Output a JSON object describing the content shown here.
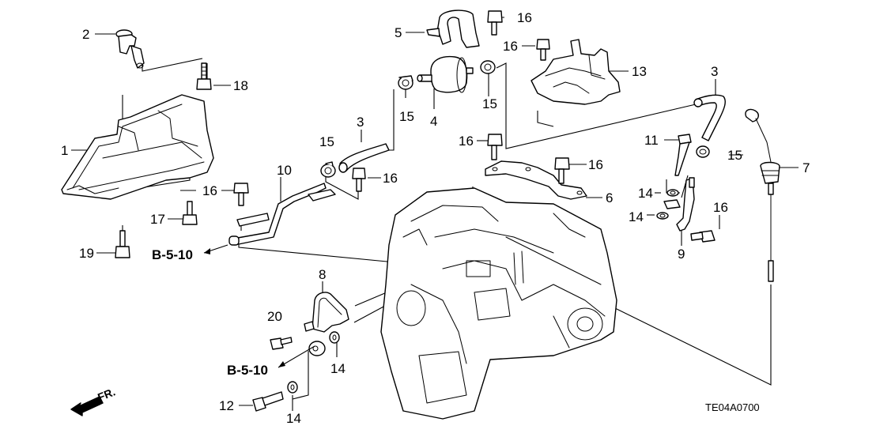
{
  "diagram": {
    "title": "Automatic transmission parts exploded view",
    "diagram_code": "TE04A0700",
    "direction_label": "FR.",
    "reference_label": "B-5-10",
    "callouts": [
      {
        "id": "c1",
        "label": "1",
        "part": "lower cover"
      },
      {
        "id": "c2",
        "label": "2",
        "part": "bracket"
      },
      {
        "id": "c3a",
        "label": "3",
        "part": "hose"
      },
      {
        "id": "c3b",
        "label": "3",
        "part": "hose"
      },
      {
        "id": "c4",
        "label": "4",
        "part": "filter"
      },
      {
        "id": "c5",
        "label": "5",
        "part": "clamp bracket"
      },
      {
        "id": "c6",
        "label": "6",
        "part": "stay"
      },
      {
        "id": "c7",
        "label": "7",
        "part": "dipstick"
      },
      {
        "id": "c8",
        "label": "8",
        "part": "pipe"
      },
      {
        "id": "c9",
        "label": "9",
        "part": "pipe bracket"
      },
      {
        "id": "c10",
        "label": "10",
        "part": "pipe"
      },
      {
        "id": "c11",
        "label": "11",
        "part": "joint bolt"
      },
      {
        "id": "c12",
        "label": "12",
        "part": "joint bolt"
      },
      {
        "id": "c13",
        "label": "13",
        "part": "cover"
      },
      {
        "id": "c14a",
        "label": "14",
        "part": "washer"
      },
      {
        "id": "c14b",
        "label": "14",
        "part": "washer"
      },
      {
        "id": "c14c",
        "label": "14",
        "part": "washer"
      },
      {
        "id": "c14d",
        "label": "14",
        "part": "washer"
      },
      {
        "id": "c15a",
        "label": "15",
        "part": "clip"
      },
      {
        "id": "c15b",
        "label": "15",
        "part": "clip"
      },
      {
        "id": "c15c",
        "label": "15",
        "part": "clip"
      },
      {
        "id": "c15d",
        "label": "15",
        "part": "clip"
      },
      {
        "id": "c16a",
        "label": "16",
        "part": "bolt"
      },
      {
        "id": "c16b",
        "label": "16",
        "part": "bolt"
      },
      {
        "id": "c16c",
        "label": "16",
        "part": "bolt"
      },
      {
        "id": "c16d",
        "label": "16",
        "part": "bolt"
      },
      {
        "id": "c16e",
        "label": "16",
        "part": "bolt"
      },
      {
        "id": "c16f",
        "label": "16",
        "part": "bolt"
      },
      {
        "id": "c16g",
        "label": "16",
        "part": "bolt"
      },
      {
        "id": "c17",
        "label": "17",
        "part": "bolt"
      },
      {
        "id": "c18",
        "label": "18",
        "part": "bolt"
      },
      {
        "id": "c19",
        "label": "19",
        "part": "bolt"
      },
      {
        "id": "c20",
        "label": "20",
        "part": "bolt"
      }
    ],
    "references": [
      {
        "id": "r1",
        "label": "B-5-10"
      },
      {
        "id": "r2",
        "label": "B-5-10"
      }
    ]
  }
}
